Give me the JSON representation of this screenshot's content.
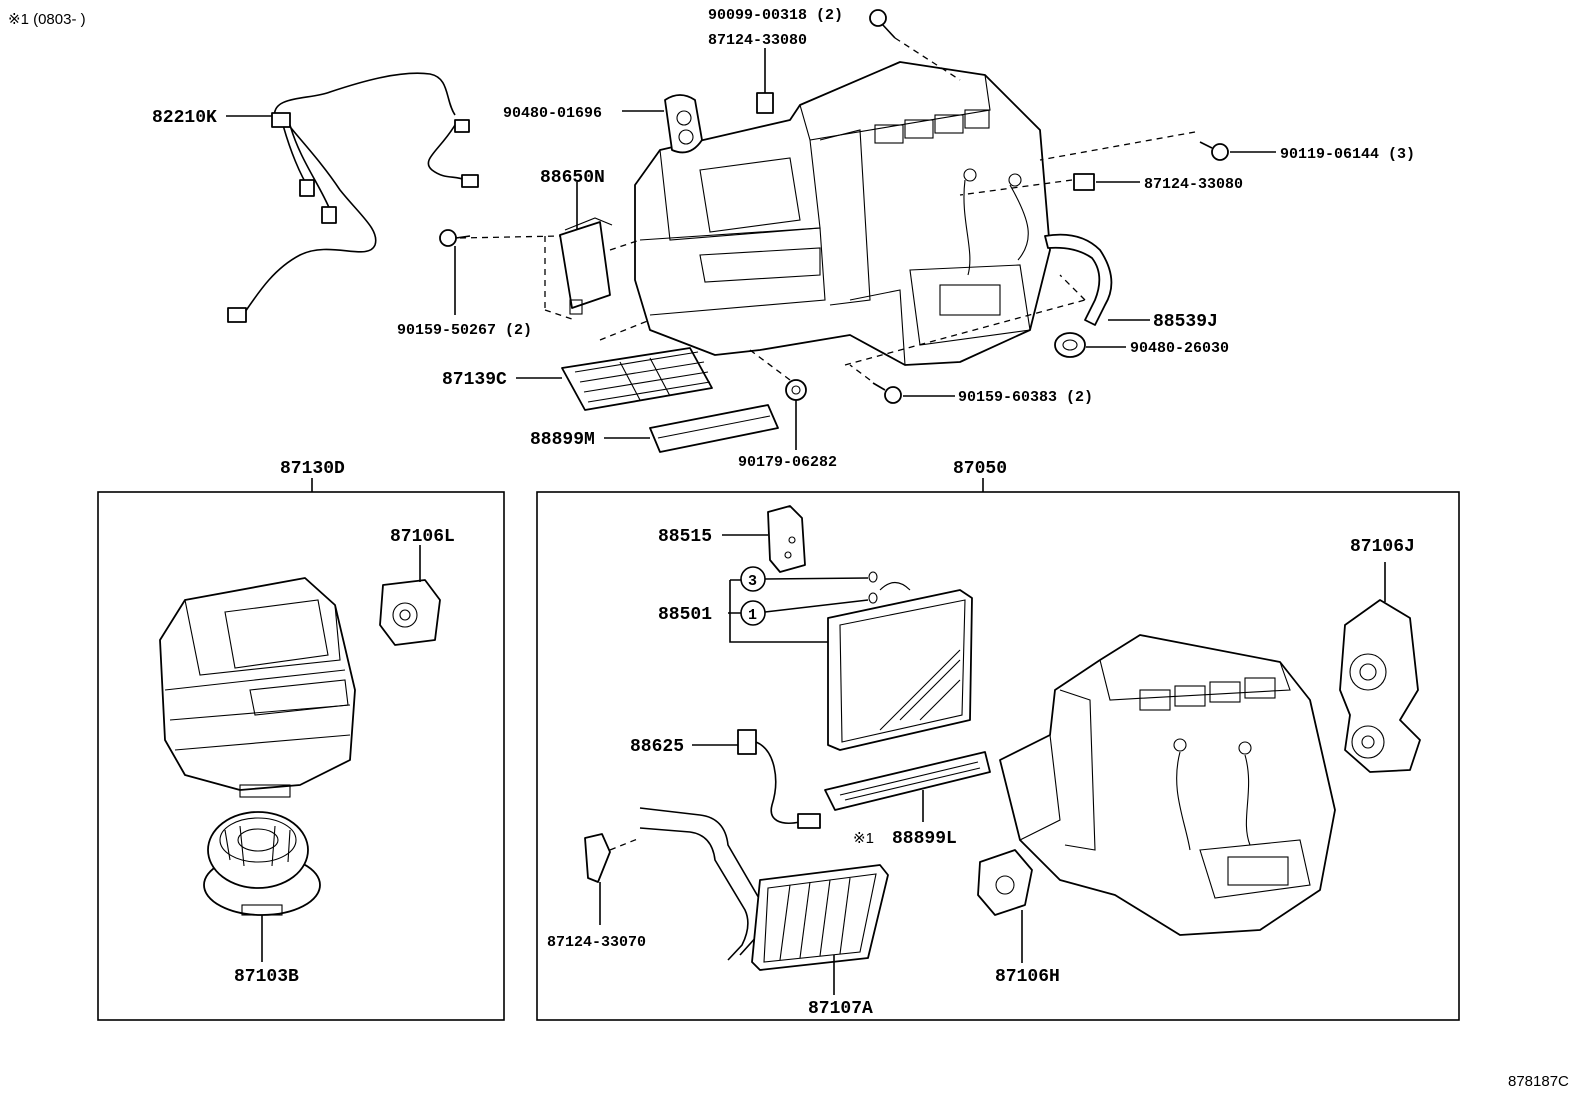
{
  "header_note": "※1 (0803-      )",
  "diagram_code": "878187C",
  "boxes": {
    "left_assembly": "87130D",
    "right_assembly": "87050"
  },
  "labels": {
    "wire_harness": "82210K",
    "bolt_a": "90099-00318 (2)",
    "bracket_top": "87124-33080",
    "grommet": "90480-01696",
    "amplifier": "88650N",
    "screw_right": "90119-06144 (3)",
    "bracket_right": "87124-33080",
    "screw_left": "90159-50267 (2)",
    "drain_hose": "88539J",
    "grommet_drain": "90480-26030",
    "filter": "87139C",
    "screw_bottom": "90159-60383 (2)",
    "filter_cover": "88899M",
    "clip": "90179-06282",
    "servo_left": "87106L",
    "blower_motor": "87103B",
    "expansion_valve": "88515",
    "evaporator": "88501",
    "oring_3": "3",
    "oring_1": "1",
    "thermistor": "88625",
    "cover_note": "※1",
    "evap_cover": "88899L",
    "bracket_bottom": "87124-33070",
    "heater_core": "87107A",
    "servo_h": "87106H",
    "servo_j": "87106J"
  }
}
